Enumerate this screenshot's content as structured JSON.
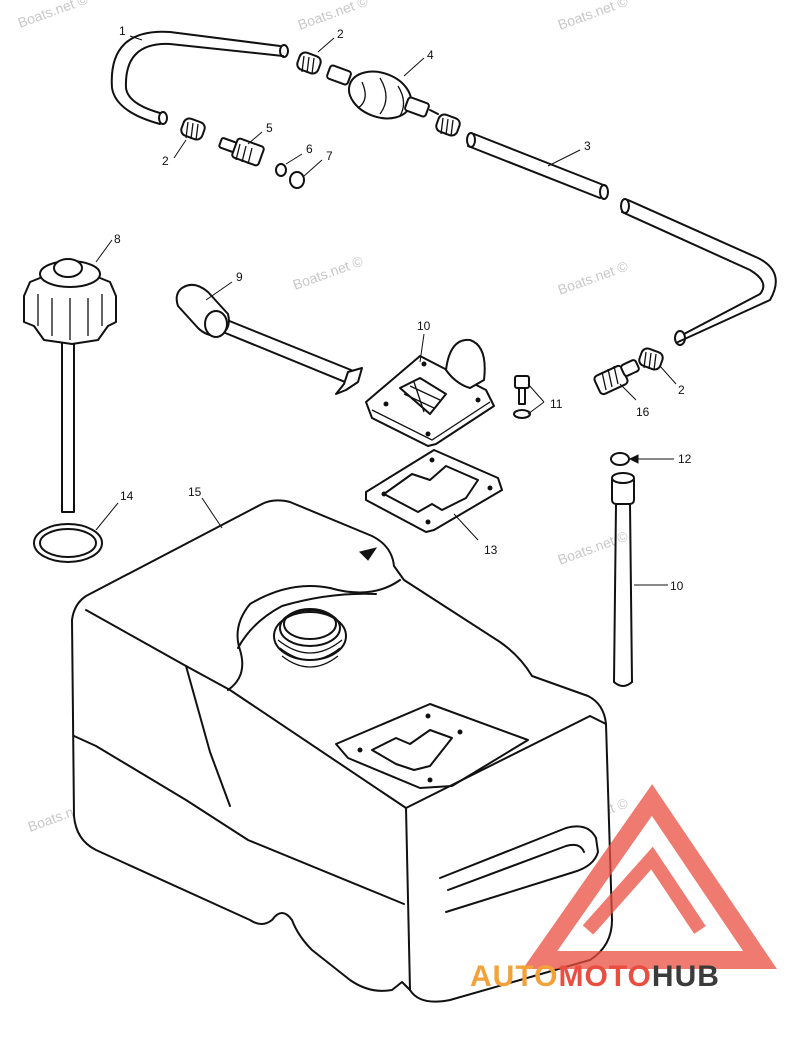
{
  "watermark": {
    "text": "Boats.net ©"
  },
  "brand": {
    "part1": "AUTO",
    "part2": "MOTO",
    "part3": "HUB",
    "color1": "#f3a23a",
    "color2": "#e94e40",
    "color3": "#3b3b3b",
    "triangle_color": "#e94e40"
  },
  "callouts": {
    "c1": "1",
    "c2a": "2",
    "c2b": "2",
    "c2c": "2",
    "c3": "3",
    "c4": "4",
    "c5": "5",
    "c6": "6",
    "c7": "7",
    "c8": "8",
    "c9": "9",
    "c10a": "10",
    "c10b": "10",
    "c11": "11",
    "c12": "12",
    "c13": "13",
    "c14": "14",
    "c15": "15",
    "c16": "16"
  }
}
